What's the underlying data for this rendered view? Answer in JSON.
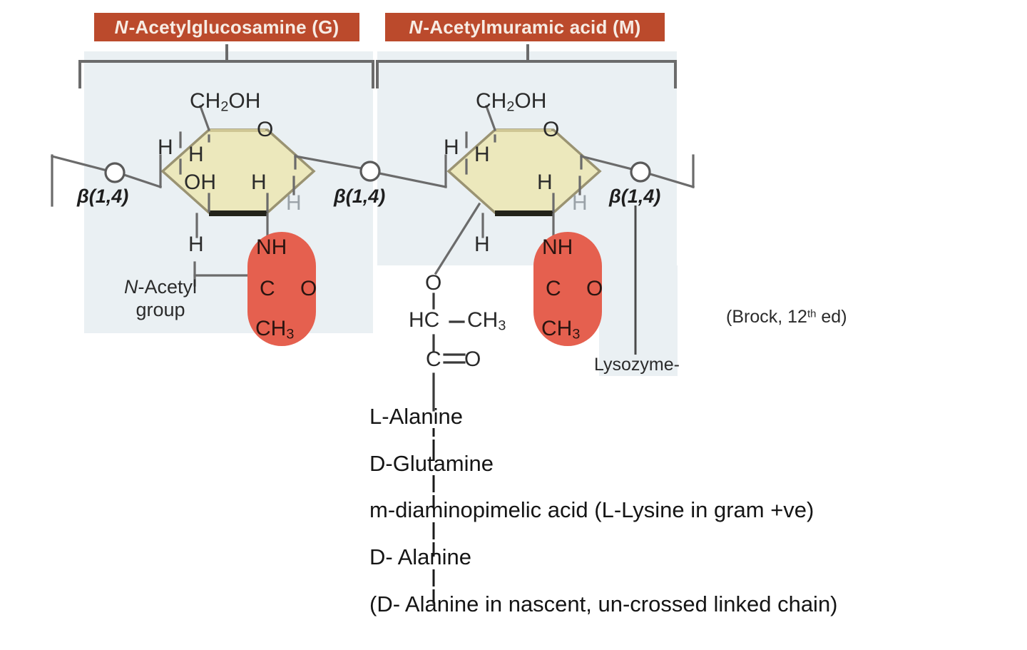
{
  "figure": {
    "title": "Peptidoglycan backbone: N-Acetylglucosamine and N-Acetylmuramic acid",
    "source_note": "(Brock, 12",
    "source_note_sup": "th",
    "source_note_end": " ed)",
    "colors": {
      "banner": "#bb4a2c",
      "banner_text": "#f7ece4",
      "ring_fill": "#ece8bc",
      "ring_stroke": "#8a8362",
      "ring_base_edge": "#23231a",
      "capsule": "#e5604f",
      "tint_panel": "#eaf0f3",
      "bond_line": "#5a5a5a",
      "text": "#2b2b2b"
    }
  },
  "banners": [
    {
      "italic_prefix": "N",
      "label": "-Acetylglucosamine (G)"
    },
    {
      "italic_prefix": "N",
      "label": "-Acetylmuramic acid (M)"
    }
  ],
  "sugar_units": [
    {
      "name": "N-Acetylglucosamine",
      "abbrev": "G",
      "ring_atoms": {
        "c6_substituent": "CH2OH",
        "ring_oxygen": "O",
        "upper_left_h": "H",
        "inner_upper_h": "H",
        "inner_hydroxyl": "OH",
        "inner_right_h": "H",
        "right_lower_h": "H",
        "bottom_left_h": "H"
      },
      "acetyl_group": {
        "nh": "NH",
        "carbonyl_c": "C",
        "carbonyl_o": "O",
        "methyl": "CH3"
      }
    },
    {
      "name": "N-Acetylmuramic acid",
      "abbrev": "M",
      "ring_atoms": {
        "c6_substituent": "CH2OH",
        "ring_oxygen": "O",
        "upper_left_h": "H",
        "inner_upper_h": "H",
        "inner_right_h": "H",
        "right_lower_h": "H",
        "bottom_left_h": "H"
      },
      "acetyl_group": {
        "nh": "NH",
        "carbonyl_c": "C",
        "carbonyl_o": "O",
        "methyl": "CH3"
      },
      "lactyl_group": {
        "ether_o": "O",
        "methine": "HC",
        "methyl": "CH3",
        "carbonyl_c": "C",
        "carbonyl_o": "O"
      }
    }
  ],
  "glycosidic_bonds": [
    {
      "label": "β(1,4)",
      "oxygen": "O"
    },
    {
      "label": "β(1,4)",
      "oxygen": "O"
    },
    {
      "label": "β(1,4)",
      "oxygen": "O"
    }
  ],
  "annotations": {
    "n_acetyl_line1": "-Acetyl",
    "n_acetyl_italic": "N",
    "n_acetyl_line2": "group",
    "lysozyme": "Lysozyme-"
  },
  "peptide_chain": {
    "residues": [
      "L-Alanine",
      "D-Glutamine",
      "m-diaminopimelic acid (L-Lysine in gram +ve)",
      "D- Alanine",
      "(D- Alanine in nascent, un-crossed linked chain)"
    ]
  }
}
